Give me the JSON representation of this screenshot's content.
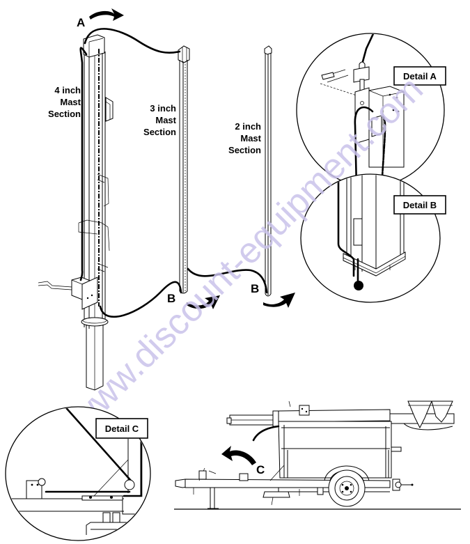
{
  "diagram": {
    "type": "technical-illustration",
    "subject": "Light tower telescoping mast sections and cable routing",
    "mast_sections": [
      {
        "id": "4in",
        "label_line1": "4 inch",
        "label_line2": "Mast",
        "label_line3": "Section"
      },
      {
        "id": "3in",
        "label_line1": "3 inch",
        "label_line2": "Mast",
        "label_line3": "Section"
      },
      {
        "id": "2in",
        "label_line1": "2 inch",
        "label_line2": "Mast",
        "label_line3": "Section"
      }
    ],
    "callouts": {
      "a": "A",
      "b1": "B",
      "b2": "B",
      "c": "C"
    },
    "details": {
      "a": "Detail A",
      "b": "Detail B",
      "c": "Detail C"
    },
    "watermark": "www.discount-equipment.com",
    "colors": {
      "line": "#000000",
      "background": "#ffffff",
      "watermark": "#c9c2ea"
    }
  }
}
